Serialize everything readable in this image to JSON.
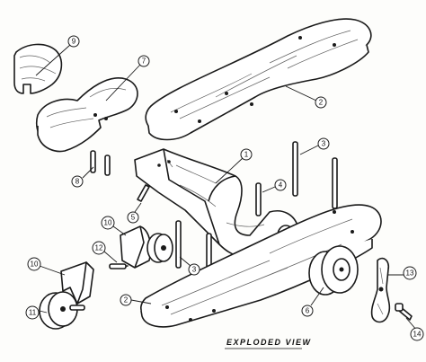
{
  "caption": "EXPLODED VIEW",
  "parts": [
    {
      "id": "callout-1",
      "label": "1"
    },
    {
      "id": "callout-2-top",
      "label": "2"
    },
    {
      "id": "callout-2-bottom",
      "label": "2"
    },
    {
      "id": "callout-3-top",
      "label": "3"
    },
    {
      "id": "callout-3-mid",
      "label": "3"
    },
    {
      "id": "callout-4",
      "label": "4"
    },
    {
      "id": "callout-5",
      "label": "5"
    },
    {
      "id": "callout-6",
      "label": "6"
    },
    {
      "id": "callout-7",
      "label": "7"
    },
    {
      "id": "callout-8",
      "label": "8"
    },
    {
      "id": "callout-9",
      "label": "9"
    },
    {
      "id": "callout-10-a",
      "label": "10"
    },
    {
      "id": "callout-10-b",
      "label": "10"
    },
    {
      "id": "callout-11",
      "label": "11"
    },
    {
      "id": "callout-12",
      "label": "12"
    },
    {
      "id": "callout-13",
      "label": "13"
    },
    {
      "id": "callout-14",
      "label": "14"
    }
  ]
}
